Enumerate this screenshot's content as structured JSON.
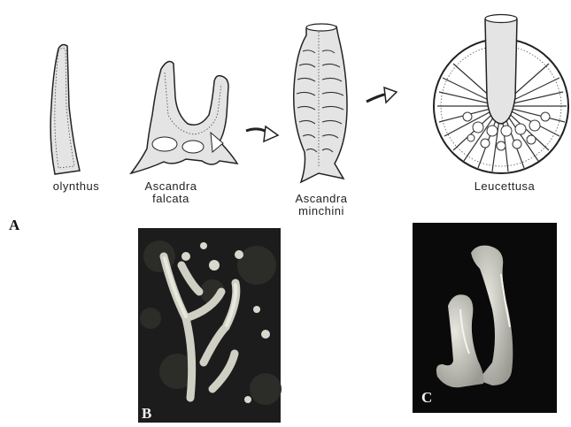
{
  "figure": {
    "panel_a": {
      "letter": "A",
      "labels": {
        "olynthus": "olynthus",
        "ascandra_falcata_1": "Ascandra",
        "ascandra_falcata_2": "falcata",
        "ascandra_minchini_1": "Ascandra",
        "ascandra_minchini_2": "minchini",
        "leucettusa": "Leucettusa"
      }
    },
    "panel_b": {
      "letter": "B"
    },
    "panel_c": {
      "letter": "C"
    }
  },
  "colors": {
    "sponge_fill": "#e4e4e4",
    "outline": "#222222",
    "photo_b_bg": "#1c1c1c",
    "photo_c_bg": "#0a0a0a",
    "sponge_photo": "#cfcfc4"
  }
}
